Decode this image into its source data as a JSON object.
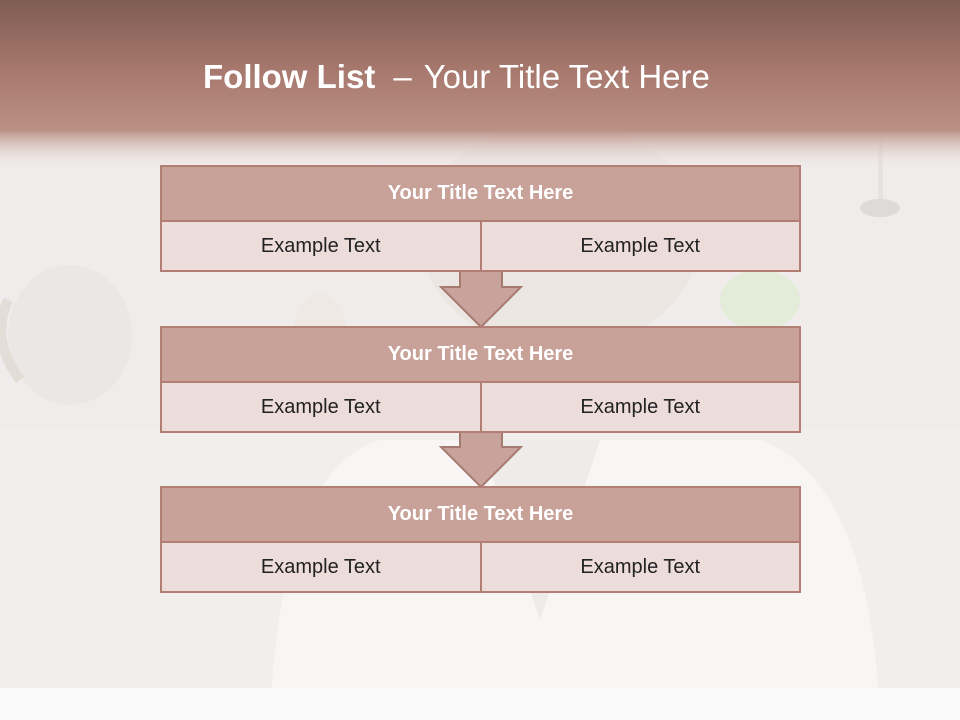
{
  "slide": {
    "title_bold": "Follow List",
    "title_dash": "–",
    "title_rest": "Your Title Text Here"
  },
  "blocks": [
    {
      "title": "Your Title Text Here",
      "left_text": "Example Text",
      "right_text": "Example Text"
    },
    {
      "title": "Your Title Text Here",
      "left_text": "Example Text",
      "right_text": "Example Text"
    },
    {
      "title": "Your Title Text Here",
      "left_text": "Example Text",
      "right_text": "Example Text"
    }
  ],
  "colors": {
    "header_band": "#a27368",
    "block_title_fill": "#c8a199",
    "block_border": "#b27f75",
    "cell_fill": "#ecdcda",
    "arrow_fill": "#c7a39b"
  },
  "icons": {
    "down_arrow": "down-arrow-icon"
  }
}
